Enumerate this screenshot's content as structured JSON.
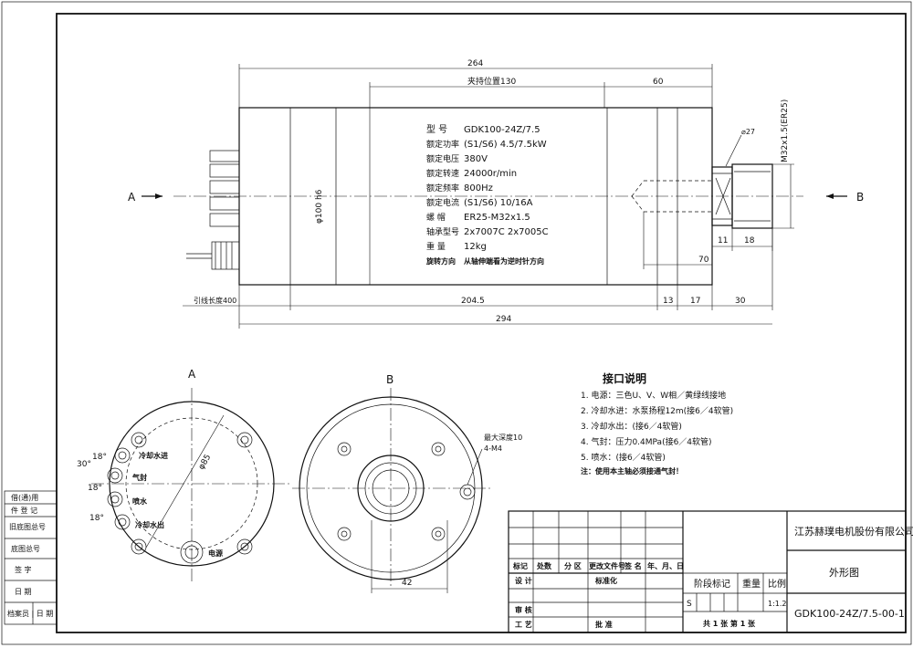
{
  "view_labels": {
    "section_left": "A",
    "section_right": "B",
    "view_a": "A",
    "view_b": "B"
  },
  "dimensions": {
    "overall_top": "264",
    "clamp_position": "夹持位置130",
    "d60": "60",
    "d70": "70",
    "d11": "11",
    "d18": "18",
    "d204": "204.5",
    "d13": "13",
    "d17": "17",
    "d30": "30",
    "overall_bottom": "294",
    "lead_length": "引线长度400",
    "body_dia": "φ100 h6",
    "hex": "⌀27",
    "thread": "M32x1.5(ER25)",
    "d85": "φ85",
    "d42": "42",
    "ang30": "30°",
    "ang18a": "18°",
    "ang18b": "18°",
    "ang18c": "18°",
    "mount_note1": "最大深度10",
    "mount_note2": "4-M4"
  },
  "spec": {
    "lines": [
      {
        "k": "型    号",
        "v": "GDK100-24Z/7.5"
      },
      {
        "k": "额定功率",
        "v": "(S1/S6)  4.5/7.5kW"
      },
      {
        "k": "额定电压",
        "v": "380V"
      },
      {
        "k": "额定转速",
        "v": "24000r/min"
      },
      {
        "k": "额定频率",
        "v": "800Hz"
      },
      {
        "k": "额定电流",
        "v": "(S1/S6)  10/16A"
      },
      {
        "k": "螺    帽",
        "v": "ER25-M32x1.5"
      },
      {
        "k": "轴承型号",
        "v": "2x7007C 2x7005C"
      },
      {
        "k": "重    量",
        "v": "12kg"
      },
      {
        "k": "旋转方向",
        "v": "从轴伸端看为逆时针方向"
      }
    ]
  },
  "ports_a": {
    "cooling_in": "冷却水进",
    "air_seal": "气封",
    "spray": "喷水",
    "cooling_out": "冷却水出",
    "power": "电源"
  },
  "interface": {
    "title": "接口说明",
    "items": [
      "1. 电源：三色U、V、W相／黄绿线接地",
      "2. 冷却水进：水泵扬程12m(接6／4软管)",
      "3. 冷却水出：(接6／4软管)",
      "4. 气封：压力0.4MPa(接6／4软管)",
      "5. 喷水：(接6／4软管)",
      "注：使用本主轴必须接通气封！"
    ]
  },
  "left_stamp": {
    "rows": [
      "借(通)用",
      "件 登 记",
      "旧底图总号",
      "底图总号",
      "签  字",
      "日  期",
      "档案员 | 日 期"
    ]
  },
  "title_block": {
    "company": "江苏赫璞电机股份有限公司",
    "drawing_name": "外形图",
    "drawing_no": "GDK100-24Z/7.5-00-1",
    "stage_mark": "阶段标记",
    "weight": "重量",
    "scale": "比例",
    "scale_value": "1:1.2",
    "stage_s": "S",
    "sheets": "共 1 张  第 1 张",
    "rev_headers": [
      "标记",
      "处数",
      "分 区",
      "更改文件号",
      "签 名",
      "年、月、日"
    ],
    "design": "设 计",
    "standard": "标准化",
    "review": "审 核",
    "process": "工 艺",
    "approve": "批 准"
  }
}
